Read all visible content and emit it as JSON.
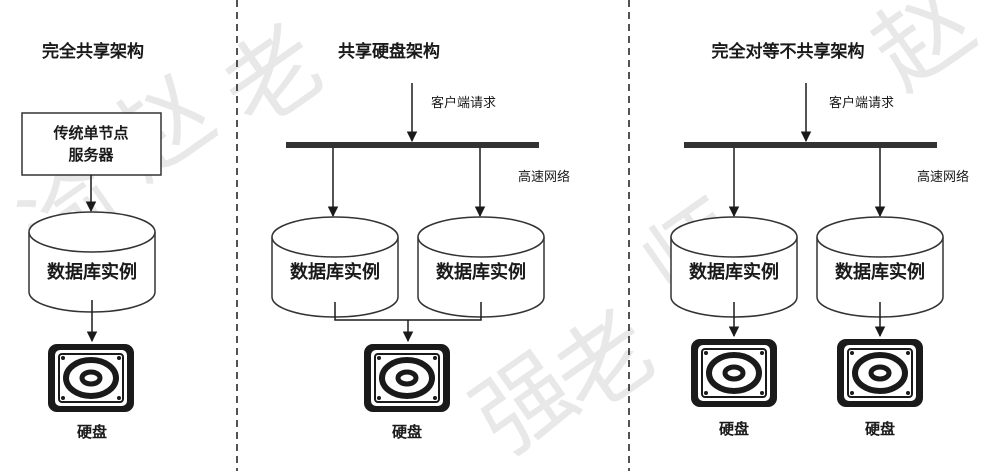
{
  "panels": [
    {
      "title": "完全共享架构",
      "server": [
        "传统单节点",
        "服务器"
      ],
      "db": "数据库实例",
      "disk": "硬盘"
    },
    {
      "title": "共享硬盘架构",
      "client": "客户端请求",
      "network": "高速网络",
      "db1": "数据库实例",
      "db2": "数据库实例",
      "disk": "硬盘"
    },
    {
      "title": "完全对等不共享架构",
      "client": "客户端请求",
      "network": "高速网络",
      "db1": "数据库实例",
      "db2": "数据库实例",
      "disk1": "硬盘",
      "disk2": "硬盘"
    }
  ],
  "watermark": [
    "赵",
    "渝",
    "强",
    "老",
    "师"
  ]
}
